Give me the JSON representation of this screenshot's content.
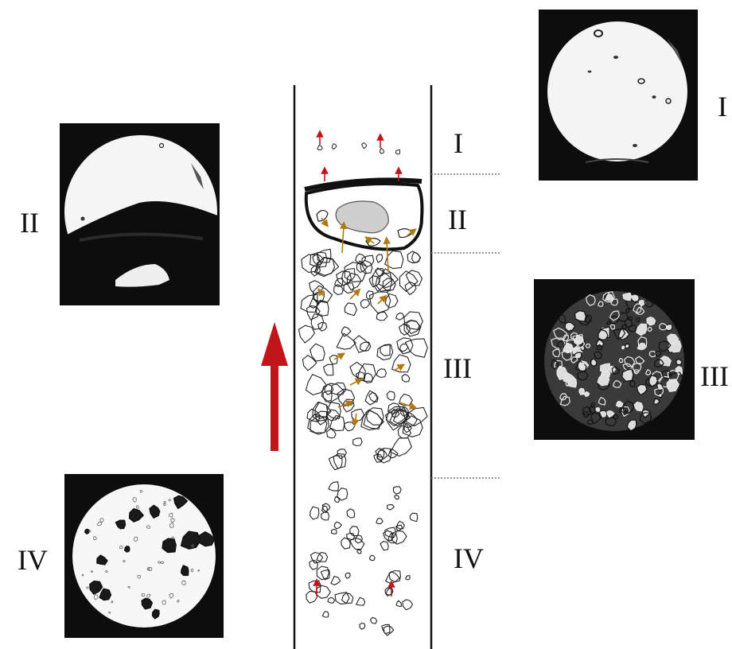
{
  "zones": [
    {
      "id": "I",
      "label": "I"
    },
    {
      "id": "II",
      "label": "II"
    },
    {
      "id": "III",
      "label": "III"
    },
    {
      "id": "IV",
      "label": "IV"
    }
  ],
  "photos": {
    "I": {
      "label": "I"
    },
    "II": {
      "label": "II"
    },
    "III": {
      "label": "III"
    },
    "IV": {
      "label": "IV"
    }
  },
  "colors": {
    "flow_arrow": "#c0161a",
    "particle_arrow": "#b07a10",
    "small_arrow": "#c0161a",
    "packed_blob": "#cfcfcf",
    "photo_bg": "#0d0d0d"
  },
  "icons": {
    "flow": "upward-flow-arrow-icon"
  }
}
